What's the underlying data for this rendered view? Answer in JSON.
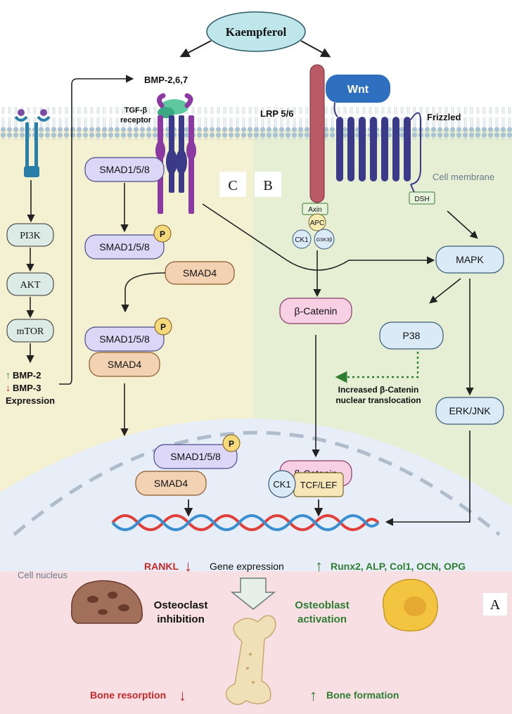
{
  "top": {
    "drug": "Kaempferol"
  },
  "ligands": {
    "bmp": "BMP-2,6,7",
    "tgf_line1": "TGF-β",
    "tgf_line2": "receptor",
    "lrp": "LRP 5/6",
    "wnt": "Wnt",
    "frizzled": "Frizzled"
  },
  "membrane_label": "Cell membrane",
  "nucleus_label": "Cell nucleus",
  "pi3k_path": {
    "pi3k": "PI3K",
    "akt": "AKT",
    "mtor": "mTOR",
    "bmp2": "BMP-2",
    "bmp3": "BMP-3",
    "expression": "Expression"
  },
  "smad_path": {
    "smad158": "SMAD1/5/8",
    "smad4": "SMAD4",
    "p": "P"
  },
  "wnt_path": {
    "axin": "Axin",
    "apc": "APC",
    "ck1": "CK1",
    "gsk3b": "GSK3β",
    "dsh": "DSH",
    "beta_catenin": "β-Catenin",
    "tcf_lef": "TCF/LEF"
  },
  "mapk_path": {
    "mapk": "MAPK",
    "p38": "P38",
    "erk_jnk": "ERK/JNK",
    "translocation_line1": "Increased β-Catenin",
    "translocation_line2": "nuclear translocation"
  },
  "panels": {
    "a": "A",
    "b": "B",
    "c": "C"
  },
  "outcomes": {
    "rankl": "RANKL",
    "gene_expression": "Gene expression",
    "osteoblast_genes": "Runx2, ALP, Col1, OCN, OPG",
    "osteoclast_line1": "Osteoclast",
    "osteoclast_line2": "inhibition",
    "osteoblast_line1": "Osteoblast",
    "osteoblast_line2": "activation",
    "bone_resorption": "Bone resorption",
    "bone_formation": "Bone formation"
  },
  "colors": {
    "up": "#2e7d32",
    "down": "#c62828",
    "smad_box": "#dcd6f7",
    "smad4_box": "#f3d2b3",
    "catenin_box": "#f8d0e3",
    "mapk_box": "#dbeaf7",
    "receptor": "#4a4a9a"
  }
}
